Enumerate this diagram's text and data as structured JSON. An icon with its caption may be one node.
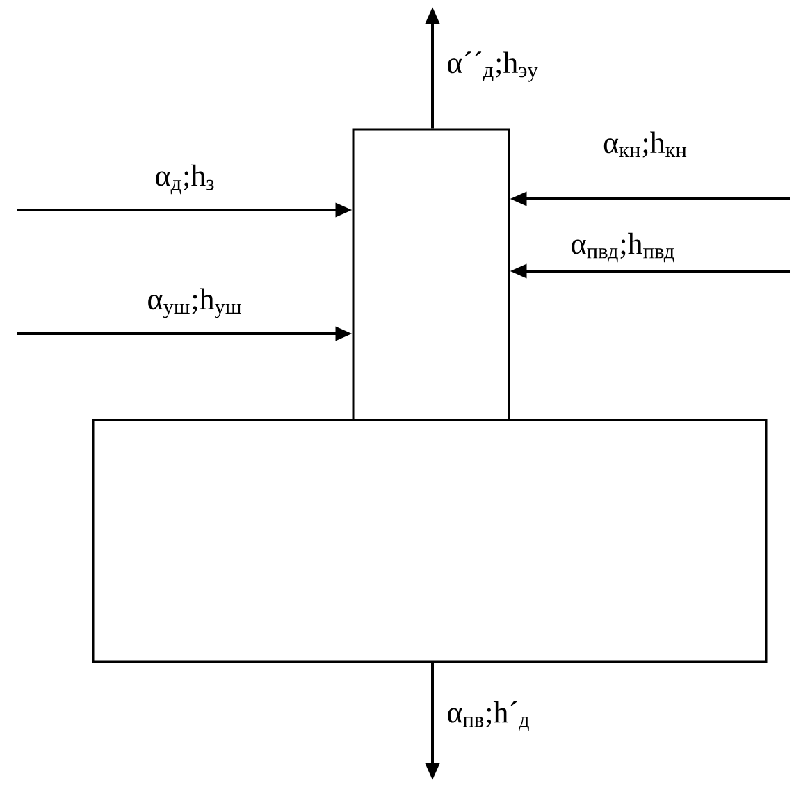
{
  "diagram": {
    "nodes": [
      {
        "text": [],
        "shape": "box"
      },
      {
        "text": [],
        "shape": "box"
      }
    ],
    "edges": [
      {
        "from": null,
        "to": 0,
        "arrow": "to",
        "label": "α$_{д}$;h$_{з}$"
      },
      {
        "from": null,
        "to": 0,
        "arrow": "to",
        "label": "α$_{уш}$;h$_{уш}$"
      },
      {
        "from": 0,
        "to": null,
        "arrow": "to",
        "label": "α´´$_{д}$;h$_{эу}$"
      },
      {
        "from": null,
        "to": 0,
        "arrow": "to",
        "label": "α$_{кн}$;h$_{кн}$"
      },
      {
        "from": null,
        "to": 0,
        "arrow": "to",
        "label": "α$_{пвд}$;h$_{пвд}$"
      },
      {
        "from": 1,
        "to": null,
        "arrow": "to",
        "label": "α$_{пв}$;h´$_{д}$"
      }
    ]
  }
}
